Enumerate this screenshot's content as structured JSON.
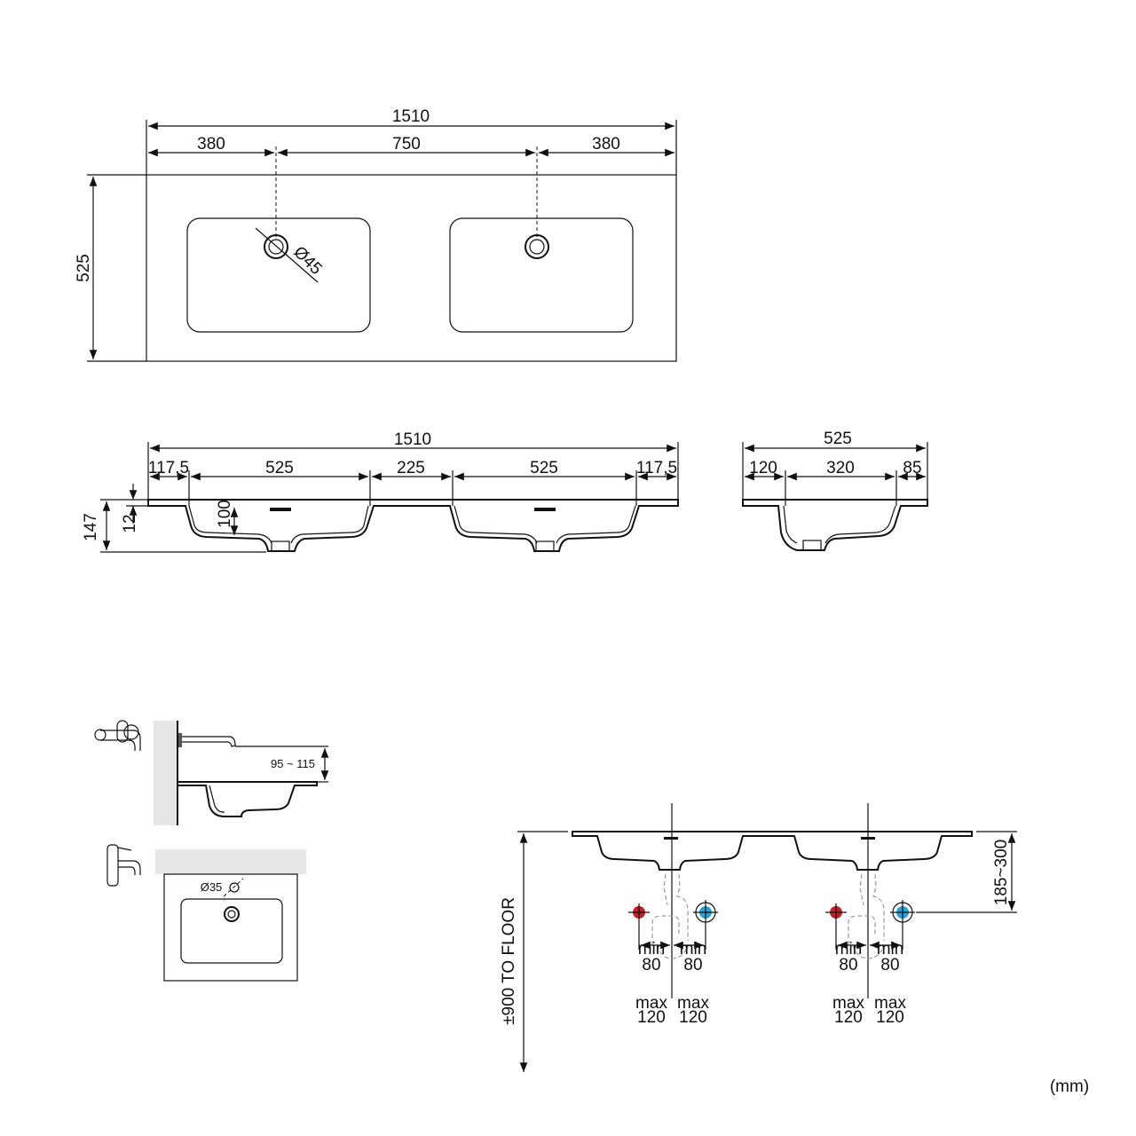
{
  "plan_view": {
    "overall_width": "1510",
    "left_offset": "380",
    "drain_spacing": "750",
    "right_offset": "380",
    "depth": "525",
    "drain_diameter": "Ø45"
  },
  "front_view": {
    "overall_width": "1510",
    "segments": [
      "117,5",
      "525",
      "225",
      "525",
      "117,5"
    ],
    "total_height": "147",
    "slab_thickness": "12",
    "basin_depth": "100"
  },
  "side_view": {
    "depth": "525",
    "segments": [
      "120",
      "320",
      "85"
    ]
  },
  "wall_faucet_detail": {
    "spout_height": "95 ~ 115"
  },
  "deck_faucet_detail": {
    "tap_hole_diameter": "Ø35"
  },
  "installation_view": {
    "floor_height": "±900 TO FLOOR",
    "supply_height": "185~300",
    "supply_offsets": [
      "min",
      "80",
      "max",
      "120"
    ],
    "hot_color": "#c0202a",
    "cold_color": "#2aa0d8"
  },
  "units": "(mm)"
}
